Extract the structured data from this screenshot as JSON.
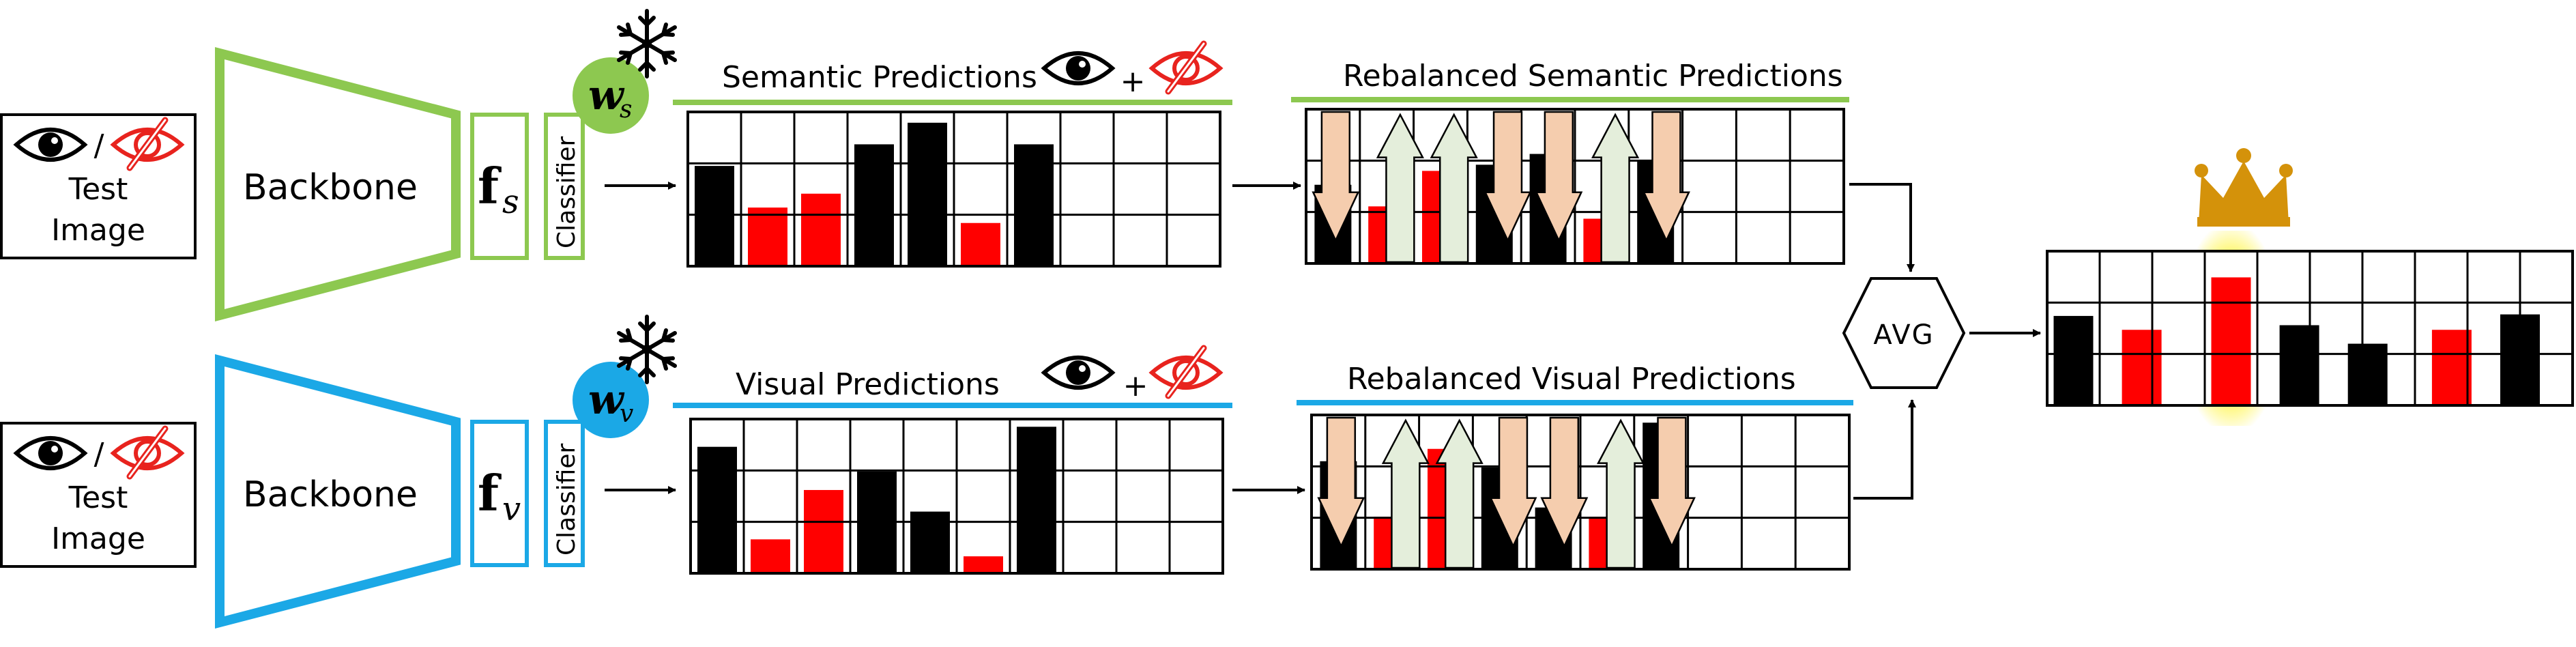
{
  "colors": {
    "semantic": "#8DC850",
    "visual": "#1BA8E6",
    "bar_black": "#000000",
    "bar_red": "#FF0000",
    "arrow_down": "#F5CDAE",
    "arrow_up": "#E4EEDB",
    "crown": "#D4920A",
    "highlight": "#FFF000",
    "eye_slash": "#E8231E"
  },
  "semantic_branch": {
    "input": {
      "icons": [
        "eye-icon",
        "slashed-eye-icon"
      ],
      "separator": "/",
      "label_line1": "Test",
      "label_line2": "Image"
    },
    "backbone_label": "Backbone",
    "feature": {
      "symbol": "f",
      "subscript": "s"
    },
    "classifier_label": "Classifier",
    "weight": {
      "symbol": "w",
      "subscript": "s",
      "frozen_icon": "snowflake-icon"
    },
    "predictions_title": "Semantic Predictions",
    "plus": "+",
    "rebalanced_title": "Rebalanced Semantic Predictions"
  },
  "visual_branch": {
    "input": {
      "icons": [
        "eye-icon",
        "slashed-eye-icon"
      ],
      "separator": "/",
      "label_line1": "Test",
      "label_line2": "Image"
    },
    "backbone_label": "Backbone",
    "feature": {
      "symbol": "f",
      "subscript": "v"
    },
    "classifier_label": "Classifier",
    "weight": {
      "symbol": "w",
      "subscript": "v",
      "frozen_icon": "snowflake-icon"
    },
    "predictions_title": "Visual Predictions",
    "plus": "+",
    "rebalanced_title": "Rebalanced Visual Predictions"
  },
  "avg_label": "AVG",
  "result_icon": "crown-icon",
  "bar_charts": {
    "semantic_predictions": {
      "cols": 10,
      "rows": 3,
      "bars": [
        {
          "col": 0.5,
          "value": 0.65,
          "color": "black"
        },
        {
          "col": 1.5,
          "value": 0.38,
          "color": "red"
        },
        {
          "col": 2.5,
          "value": 0.47,
          "color": "red"
        },
        {
          "col": 3.5,
          "value": 0.79,
          "color": "black"
        },
        {
          "col": 4.5,
          "value": 0.93,
          "color": "black"
        },
        {
          "col": 5.5,
          "value": 0.28,
          "color": "red"
        },
        {
          "col": 6.5,
          "value": 0.79,
          "color": "black"
        }
      ]
    },
    "semantic_rebalanced": {
      "cols": 10,
      "rows": 3,
      "bars": [
        {
          "col": 0.5,
          "value": 0.51,
          "color": "black"
        },
        {
          "col": 1.5,
          "value": 0.37,
          "color": "red"
        },
        {
          "col": 2.5,
          "value": 0.6,
          "color": "red"
        },
        {
          "col": 3.5,
          "value": 0.64,
          "color": "black"
        },
        {
          "col": 4.5,
          "value": 0.71,
          "color": "black"
        },
        {
          "col": 5.5,
          "value": 0.29,
          "color": "red"
        },
        {
          "col": 6.5,
          "value": 0.67,
          "color": "black"
        }
      ],
      "arrows": [
        {
          "col": 0.55,
          "dir": "down"
        },
        {
          "col": 1.75,
          "dir": "up"
        },
        {
          "col": 2.75,
          "dir": "up"
        },
        {
          "col": 3.75,
          "dir": "down"
        },
        {
          "col": 4.7,
          "dir": "down"
        },
        {
          "col": 5.75,
          "dir": "up"
        },
        {
          "col": 6.7,
          "dir": "down"
        }
      ]
    },
    "visual_predictions": {
      "cols": 10,
      "rows": 3,
      "bars": [
        {
          "col": 0.5,
          "value": 0.82,
          "color": "black"
        },
        {
          "col": 1.5,
          "value": 0.22,
          "color": "red"
        },
        {
          "col": 2.5,
          "value": 0.54,
          "color": "red"
        },
        {
          "col": 3.5,
          "value": 0.66,
          "color": "black"
        },
        {
          "col": 4.5,
          "value": 0.4,
          "color": "black"
        },
        {
          "col": 5.5,
          "value": 0.11,
          "color": "red"
        },
        {
          "col": 6.5,
          "value": 0.95,
          "color": "black"
        }
      ]
    },
    "visual_rebalanced": {
      "cols": 10,
      "rows": 3,
      "bars": [
        {
          "col": 0.5,
          "value": 0.7,
          "color": "black"
        },
        {
          "col": 1.5,
          "value": 0.34,
          "color": "red"
        },
        {
          "col": 2.5,
          "value": 0.78,
          "color": "red"
        },
        {
          "col": 3.5,
          "value": 0.66,
          "color": "black"
        },
        {
          "col": 4.5,
          "value": 0.4,
          "color": "black"
        },
        {
          "col": 5.5,
          "value": 0.34,
          "color": "red"
        },
        {
          "col": 6.5,
          "value": 0.95,
          "color": "black"
        }
      ],
      "arrows": [
        {
          "col": 0.55,
          "dir": "down"
        },
        {
          "col": 1.75,
          "dir": "up"
        },
        {
          "col": 2.75,
          "dir": "up"
        },
        {
          "col": 3.75,
          "dir": "down"
        },
        {
          "col": 4.7,
          "dir": "down"
        },
        {
          "col": 5.75,
          "dir": "up"
        },
        {
          "col": 6.7,
          "dir": "down"
        }
      ]
    },
    "final_output": {
      "cols": 10,
      "rows": 3,
      "highlight_col": 3.5,
      "bars": [
        {
          "col": 0.5,
          "value": 0.58,
          "color": "black"
        },
        {
          "col": 1.8,
          "value": 0.49,
          "color": "red"
        },
        {
          "col": 3.5,
          "value": 0.83,
          "color": "red"
        },
        {
          "col": 4.8,
          "value": 0.52,
          "color": "black"
        },
        {
          "col": 6.1,
          "value": 0.4,
          "color": "black"
        },
        {
          "col": 7.7,
          "value": 0.49,
          "color": "red"
        },
        {
          "col": 9.0,
          "value": 0.59,
          "color": "black"
        }
      ]
    }
  }
}
